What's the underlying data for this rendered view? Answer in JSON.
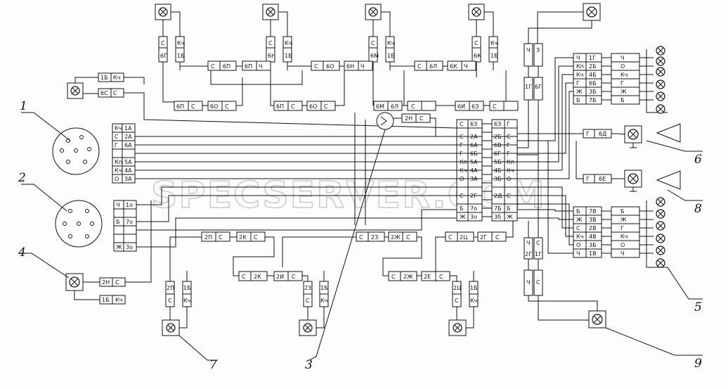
{
  "watermark": "SPECSERVER.COM",
  "callouts": [
    "1",
    "2",
    "3",
    "4",
    "5",
    "6",
    "7",
    "8",
    "9"
  ],
  "plug1_pins": [
    "Кч",
    "1А",
    "С",
    "2А",
    "Г",
    "6А",
    "Кп",
    "5А",
    "Кч",
    "4А",
    "О",
    "3А"
  ],
  "plug2_pins": [
    "Ч",
    "1о",
    "Б",
    "7о",
    "Ж",
    "3о"
  ],
  "lamp4_tags": [
    "2Н",
    "С",
    "1Б",
    "Кч"
  ],
  "lamp_top_tags": [
    "1Б",
    "Кч",
    "6С",
    "С"
  ],
  "top_row": [
    "С",
    "6П",
    "6П",
    "Ч",
    "С",
    "6О",
    "6Н",
    "Ч",
    "С",
    "6Л",
    "6К",
    "Ч"
  ],
  "top_row2": [
    "6П",
    "С",
    "6О",
    "С",
    "6П",
    "С",
    "6О",
    "С",
    "6М",
    "6Л",
    "С",
    "6И",
    "6З",
    "С"
  ],
  "top_vert": [
    "С",
    "6П",
    "Кч",
    "1Б",
    "С",
    "6Н",
    "Кч",
    "1Б",
    "С",
    "6М",
    "Кч",
    "1Б",
    "С",
    "6К",
    "Кч",
    "1Б"
  ],
  "center_sym": [
    "2Н",
    "С"
  ],
  "center_left": [
    "С",
    "6З",
    "С",
    "2А",
    "Г",
    "6А",
    "Г",
    "6Б",
    "Кп",
    "5А",
    "Кч",
    "4А",
    "О",
    "3А",
    "С",
    "2Г",
    "Б",
    "7о",
    "Ж",
    "3о"
  ],
  "center_right": [
    "6З",
    "Г",
    "2Б",
    "С",
    "6В",
    "Г",
    "6Г",
    "Г",
    "5Б",
    "Кп",
    "4Б",
    "Кч",
    "3Б",
    "О",
    "2Д",
    "С",
    "7Б",
    "Б",
    "3б",
    "Ж"
  ],
  "conn6": [
    "Г",
    "6Д"
  ],
  "conn8": [
    "Г",
    "6Е"
  ],
  "right_top": [
    "Ч",
    "1Г",
    "Кп",
    "2Б",
    "Кч",
    "4Б",
    "Г",
    "6Б",
    "Ж",
    "3Б",
    "Б",
    "7Б"
  ],
  "right_top_out": [
    "Ч",
    "О",
    "Кч",
    "Г",
    "Ж",
    "Б"
  ],
  "right_bot": [
    "Б",
    "7В",
    "Ж",
    "3В",
    "С",
    "2В",
    "Кч",
    "4В",
    "О",
    "3Б",
    "Ч",
    "1В"
  ],
  "right_bot_out": [
    "Б",
    "Ж",
    "Г",
    "Кч",
    "О",
    "Ч"
  ],
  "right_vert_top": [
    "Ч",
    "З",
    "1Г",
    "6Г"
  ],
  "right_vert_bot": [
    "Ч",
    "С",
    "2Г",
    "1Г",
    "Ч",
    "С"
  ],
  "bottom_row": [
    "2П",
    "С",
    "2К",
    "С",
    "С",
    "2З",
    "2Ж",
    "С",
    "С",
    "2Ц",
    "2Г",
    "С"
  ],
  "bottom_row2": [
    "С",
    "2К",
    "2И",
    "С",
    "С",
    "2Ж",
    "2Е",
    "С"
  ],
  "bottom_vert": [
    "2П",
    "С",
    "1Б",
    "Кч",
    "2З",
    "С",
    "1Б",
    "Кч",
    "2Ц",
    "С",
    "1Б",
    "Кч"
  ]
}
